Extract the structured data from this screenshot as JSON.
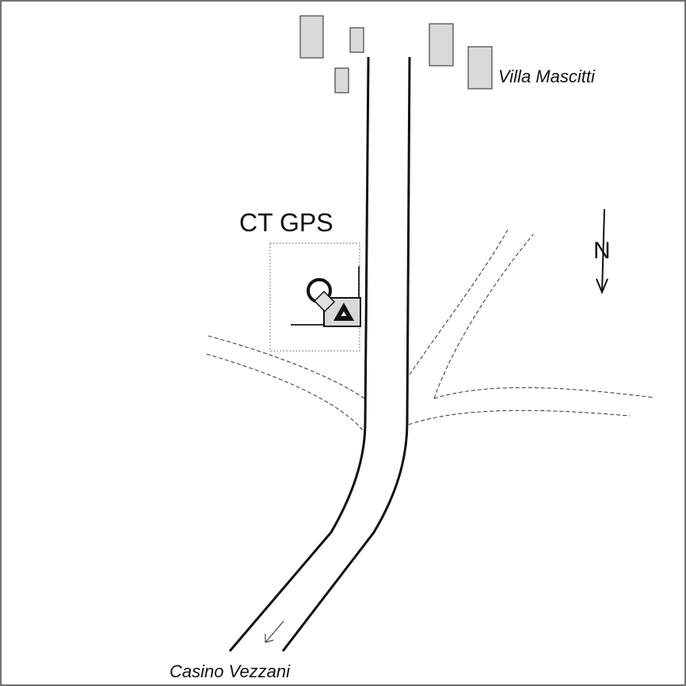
{
  "labels": {
    "villa": "Villa Mascitti",
    "station": "CT GPS",
    "casino": "Casino Vezzani",
    "north": "N"
  },
  "icons": {
    "station_marker": "gps-station-icon",
    "benchmark": "triangle-benchmark-icon",
    "north_arrow": "north-arrow-icon",
    "direction_arrow": "direction-arrow-icon"
  },
  "colors": {
    "road": "#111111",
    "building_fill": "#d9d9d9",
    "building_stroke": "#222222",
    "track": "#333333",
    "frame": "#444444"
  }
}
